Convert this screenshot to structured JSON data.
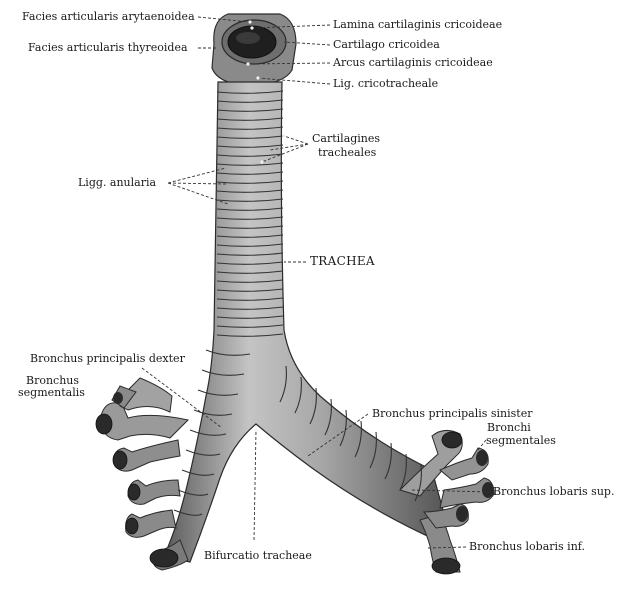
{
  "labels": {
    "facies_arytaenoidea": "Facies articularis arytaenoidea",
    "facies_thyreoidea": "Facies articularis thyreoidea",
    "lamina_cricoideae": "Lamina cartilaginis cricoideae",
    "cartilago_cricoidea": "Cartilago cricoidea",
    "arcus_cricoideae": "Arcus cartilaginis cricoideae",
    "lig_cricotracheale": "Lig. cricotracheale",
    "cartilagines_line1": "Cartilagines",
    "cartilagines_line2": "tracheales",
    "ligg_anularia": "Ligg. anularia",
    "trachea": "TRACHEA",
    "bronchus_dexter": "Bronchus principalis dexter",
    "bronchus_segmentalis_line1": "Bronchus",
    "bronchus_segmentalis_line2": "segmentalis",
    "bronchus_sinister": "Bronchus principalis sinister",
    "bronchi_segmentales_line1": "Bronchi",
    "bronchi_segmentales_line2": "segmentales",
    "bronchus_lobaris_sup": "Bronchus lobaris sup.",
    "bronchus_lobaris_inf": "Bronchus lobaris inf.",
    "bifurcatio": "Bifurcatio tracheae"
  },
  "colors": {
    "tissue_light": "#b9b9b9",
    "tissue_mid": "#8e8e8e",
    "tissue_dark": "#4a4a4a",
    "ink": "#1a1a1a"
  }
}
